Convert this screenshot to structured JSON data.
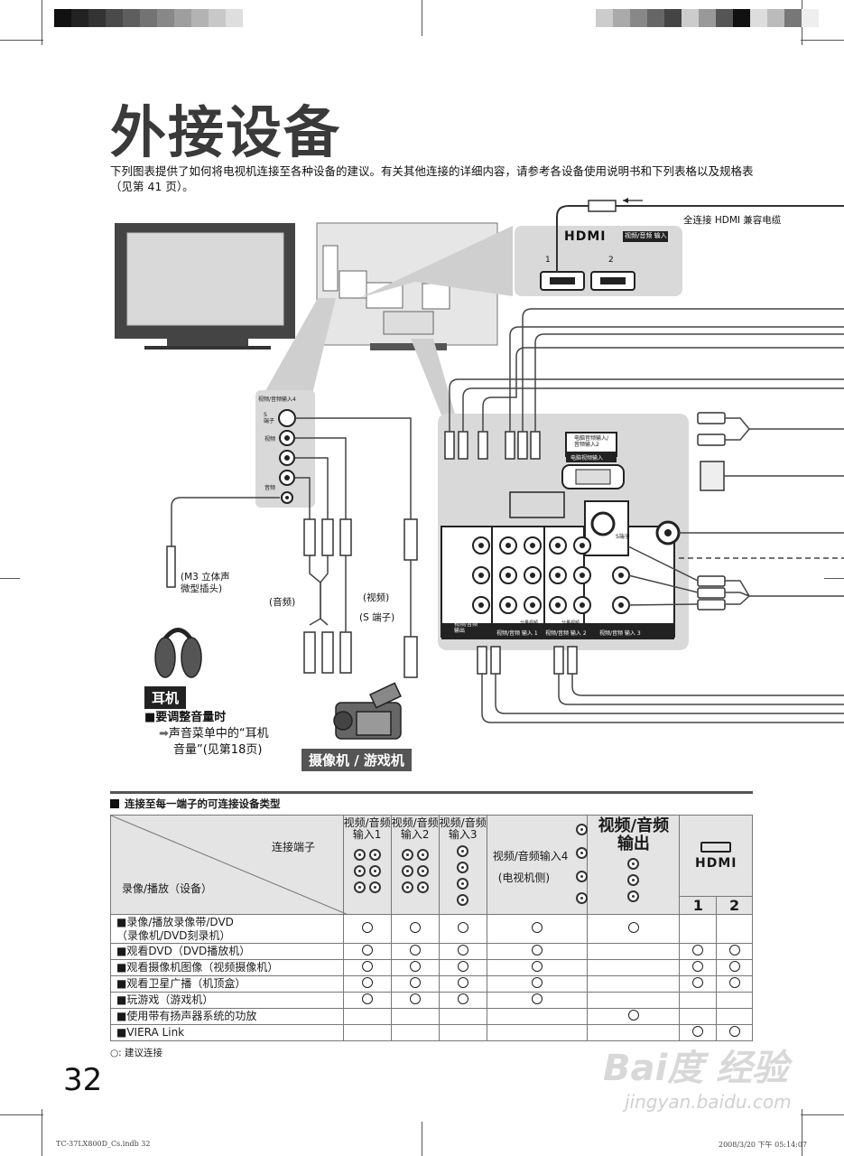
{
  "page": {
    "title": "外接设备",
    "intro": "下列图表提供了如何将电视机连接至各种设备的建议。有关其他连接的详细内容，请参考各设备使用说明书和下列表格以及规格表（见第 41 页）。",
    "page_number": "32",
    "footer_left": "TC-37LX800D_Cs.indb   32",
    "footer_right": "2008/3/20   下午 05:14:07"
  },
  "diagram": {
    "hdmi_cable_label": "全连接 HDMI 兼容电缆",
    "hdmi_logo": "HDMI",
    "hdmi_input_label": "视频/音频 输入",
    "hdmi_port_1": "1",
    "hdmi_port_2": "2",
    "side_panel_title": "视频/音频输入4",
    "side_s_label": "S\n端子",
    "side_video_label": "视频",
    "side_audio_label": "音频",
    "pc_audio_label": "电脑音频输入/\n音频输入2",
    "pc_video_label": "电脑视频输入",
    "s_terminal_label": "S端子",
    "output_label": "视频/音频\n输出",
    "input1_label": "视频/音频 输入 1",
    "input2_label": "视频/音频 输入 2",
    "input3_label": "视频/音频 输入 3",
    "component_label": "分量视频",
    "plug_label": "(M3 立体声\n微型插头)",
    "audio_label": "(音频)",
    "video_label": "(视频)",
    "s_cable_label": "(S 端子)",
    "headphone_badge": "耳机",
    "camera_badge": "摄像机 / 游戏机",
    "volume_title": "■要调整音量时",
    "volume_text_1": "声音菜单中的“耳机",
    "volume_text_2": "音量”(见第18页)"
  },
  "table": {
    "heading": "连接至每一端子的可连接设备类型",
    "corner_top": "连接端子",
    "corner_bottom": "录像/播放（设备）",
    "col_in1": "视频/音频\n输入1",
    "col_in2": "视频/音频\n输入2",
    "col_in3": "视频/音频\n输入3",
    "col_in4": "视频/音频输入4",
    "col_in4_sub": "(电视机侧)",
    "col_out": "视频/音频\n输出",
    "col_hdmi": "HDMI",
    "hdmi_1": "1",
    "hdmi_2": "2",
    "rows": [
      {
        "label": "■录像/播放录像带/DVD\n（录像机/DVD刻录机）",
        "marks": [
          1,
          1,
          1,
          1,
          1,
          0,
          0
        ]
      },
      {
        "label": "■观看DVD（DVD播放机）",
        "marks": [
          1,
          1,
          1,
          1,
          0,
          1,
          1
        ]
      },
      {
        "label": "■观看摄像机图像（视频摄像机）",
        "marks": [
          1,
          1,
          1,
          1,
          0,
          1,
          1
        ]
      },
      {
        "label": "■观看卫星广播（机顶盒）",
        "marks": [
          1,
          1,
          1,
          1,
          0,
          1,
          1
        ]
      },
      {
        "label": "■玩游戏（游戏机）",
        "marks": [
          1,
          1,
          1,
          1,
          0,
          0,
          0
        ]
      },
      {
        "label": "■使用带有扬声器系统的功放",
        "marks": [
          0,
          0,
          0,
          0,
          1,
          0,
          0
        ]
      },
      {
        "label": "■VIERA Link",
        "marks": [
          0,
          0,
          0,
          0,
          0,
          1,
          1
        ]
      }
    ],
    "legend": "○: 建议连接"
  },
  "watermark": {
    "brand": "Bai度 经验",
    "url": "jingyan.baidu.com"
  }
}
